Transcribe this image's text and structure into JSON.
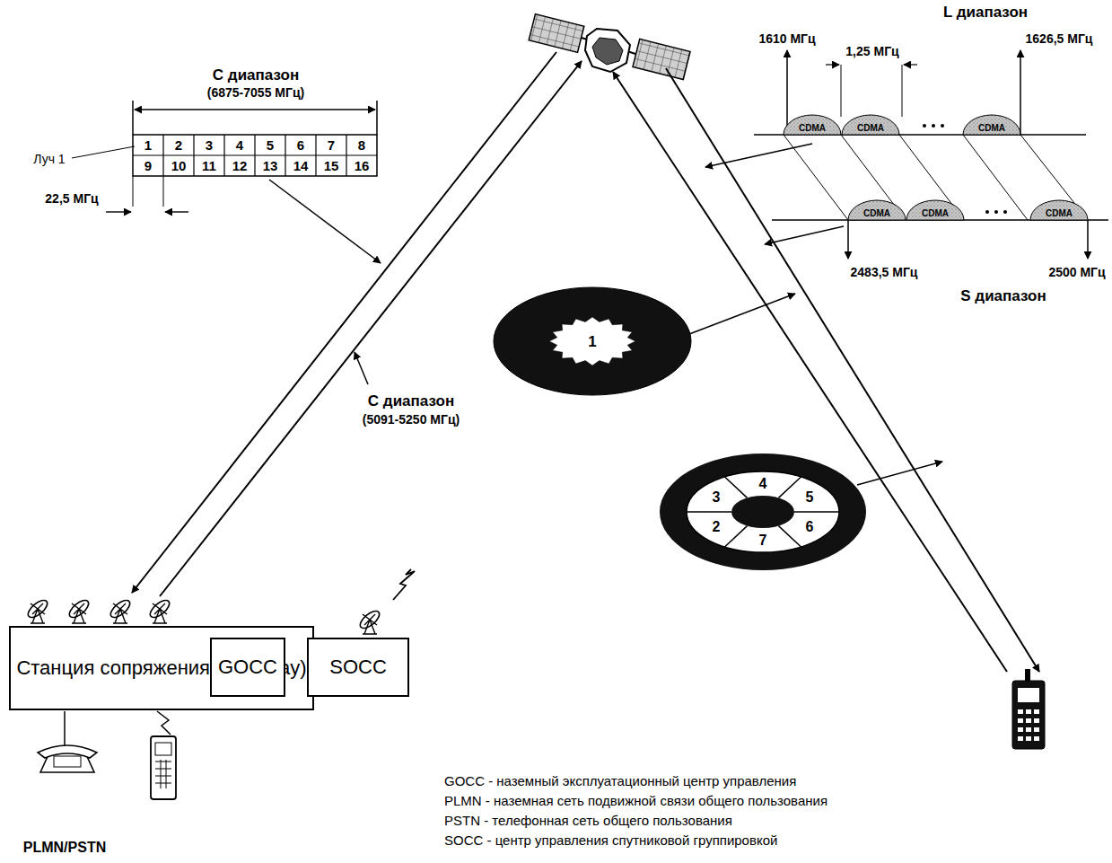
{
  "diagram": {
    "nodes": [
      {
        "text": [
          "Станция сопряжения (Gateway)"
        ]
      },
      {
        "text": [
          "GOCC"
        ]
      },
      {
        "text": [
          "SOCC"
        ]
      }
    ],
    "edges": [
      {
        "from": 0,
        "to": 1,
        "arrow": "none"
      },
      {
        "from": 1,
        "to": 2,
        "arrow": "none"
      }
    ],
    "labels": [
      "С диапазон",
      "(6875-7055 МГц)",
      "1",
      "2",
      "3",
      "4",
      "5",
      "6",
      "7",
      "8",
      "9",
      "10",
      "11",
      "12",
      "13",
      "14",
      "15",
      "16",
      "Луч 1",
      "22,5 МГц",
      "С диапазон",
      "(5091-5250 МГц)",
      "L диапазон",
      "1610 МГц",
      "1626,5 МГц",
      "1,25 МГц",
      "CDMA",
      "CDMA",
      "CDMA",
      "CDMA",
      "CDMA",
      "CDMA",
      "2483,5 МГц",
      "2500 МГц",
      "S диапазон",
      "1",
      "3",
      "4",
      "5",
      "2",
      "7",
      "6",
      "PLMN/PSTN",
      "GOCC - наземный эксплуатационный центр управления",
      "PLMN - наземная сеть подвижной связи общего пользования",
      "PSTN - телефонная сеть общего пользования",
      "SOCC - центр управления спутниковой группировкой"
    ]
  }
}
